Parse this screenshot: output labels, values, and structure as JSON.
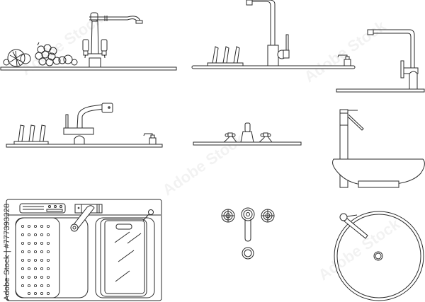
{
  "image": {
    "description": "Line-art technical drawings of kitchen and bathroom faucets, sinks and basins",
    "watermark": "Adobe Stock | #777393328",
    "faint_watermark": "Adobe Stock"
  },
  "drawings": [
    {
      "id": "classic-bridge-faucet-elevation",
      "label": "Classic bridge faucet with fruit on countertop"
    },
    {
      "id": "pull-out-faucet-elevation",
      "label": "Single lever tall faucet with knife block and soap dispenser"
    },
    {
      "id": "single-lever-faucet-side",
      "label": "Single lever faucet side view"
    },
    {
      "id": "pull-down-faucet-elevation",
      "label": "Pull-out spray faucet with knives and soap dispenser"
    },
    {
      "id": "three-hole-basin-faucet",
      "label": "Three-hole basin faucet elevation"
    },
    {
      "id": "vessel-basin-elevation",
      "label": "Vessel basin with tall mixer"
    },
    {
      "id": "double-sink-plan",
      "label": "Double kitchen sink top view with colander and cutting board"
    },
    {
      "id": "wall-mixer-plan",
      "label": "Wall-mounted mixer with two handles and drain"
    },
    {
      "id": "round-basin-plan",
      "label": "Round basin top view"
    }
  ],
  "colors": {
    "line": "#2a2a2a",
    "background": "#ffffff"
  }
}
